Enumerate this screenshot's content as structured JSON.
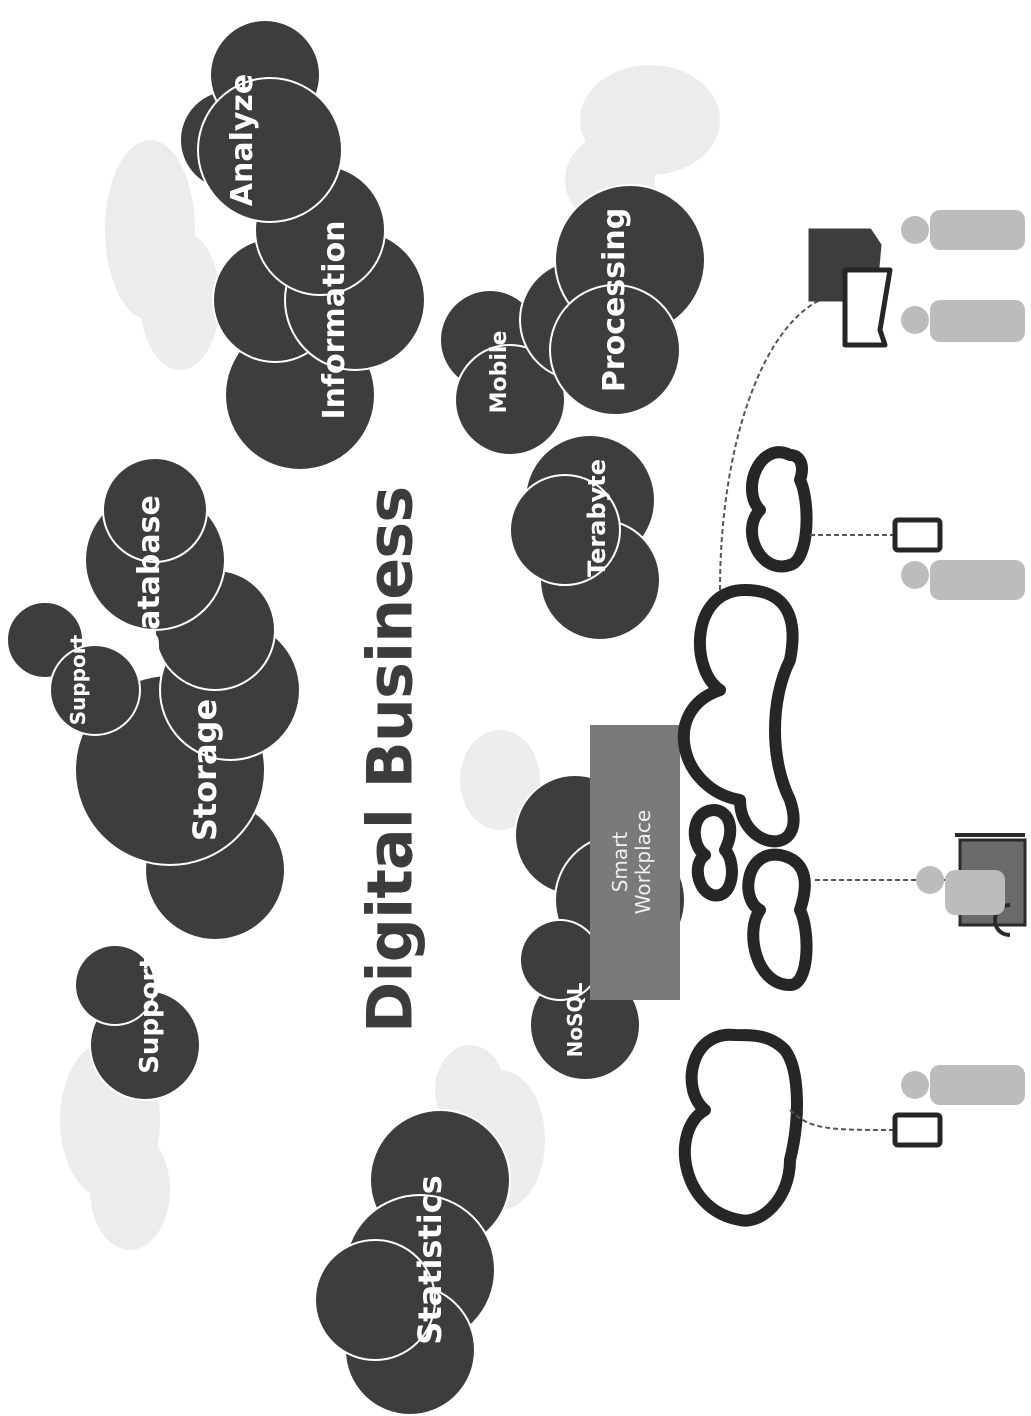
{
  "title": "Digital Business",
  "clouds": {
    "analyze": "Analyze",
    "information": "Information",
    "database": "Database",
    "support_top": "Support",
    "storage": "Storage",
    "support_bottom": "Support",
    "statistics": "Statistics",
    "mobile": "Mobile",
    "processing": "Processing",
    "terabyte": "Terabyte",
    "nosql": "NoSQL"
  },
  "smart_workplace": {
    "line1": "Smart",
    "line2": "Workplace"
  },
  "colors": {
    "cloud_fill": "#3d3d3d",
    "ghost_cloud": "#ececec",
    "person": "#bcbcbc",
    "title": "#3c3c3c",
    "smart_box": "#7a7a7a",
    "desk": "#6a6a6a"
  }
}
